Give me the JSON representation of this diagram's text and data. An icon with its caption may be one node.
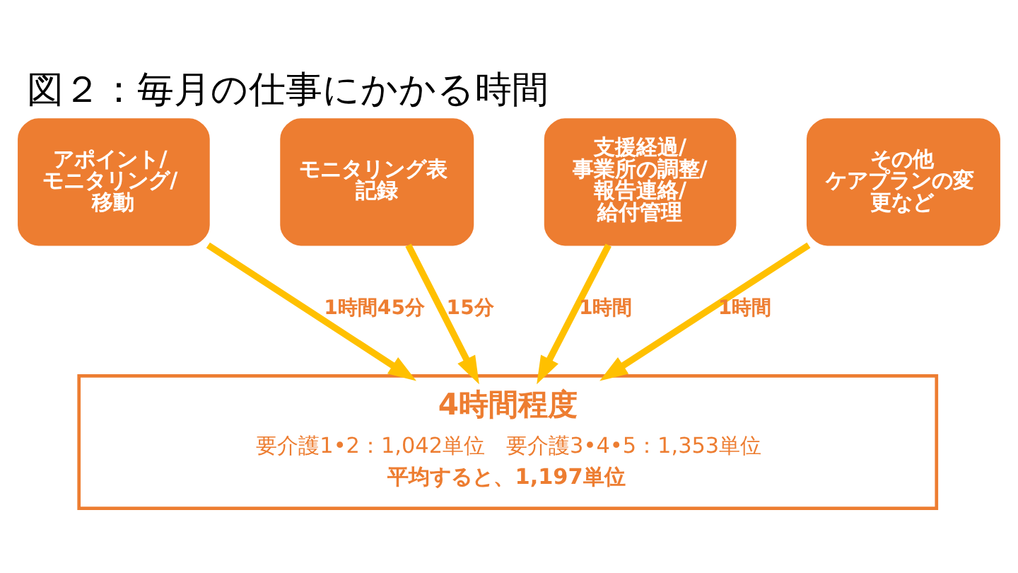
{
  "diagram": {
    "title": "図２：毎月の仕事にかかる時間",
    "nodes": [
      {
        "text": [
          "アポイント/モニタリング/移動"
        ]
      },
      {
        "text": [
          "モニタリング表記録"
        ]
      },
      {
        "text": [
          "支援経過/事業所の調整/報告連絡/給付管理"
        ]
      },
      {
        "text": [
          "その他",
          "ケアプランの変更など"
        ]
      },
      {
        "text": [
          "4時間程度",
          "要介護1•2：1,042単位　要介護3•4•5：1,353単位",
          "平均すると、1,197単位"
        ]
      }
    ],
    "edges": [
      {
        "from": 0,
        "to": 4,
        "arrow": "to",
        "label": "1時間45分"
      },
      {
        "from": 1,
        "to": 4,
        "arrow": "to",
        "label": "15分"
      },
      {
        "from": 2,
        "to": 4,
        "arrow": "to",
        "label": "1時間"
      },
      {
        "from": 3,
        "to": 4,
        "arrow": "to",
        "label": "1時間"
      }
    ]
  }
}
